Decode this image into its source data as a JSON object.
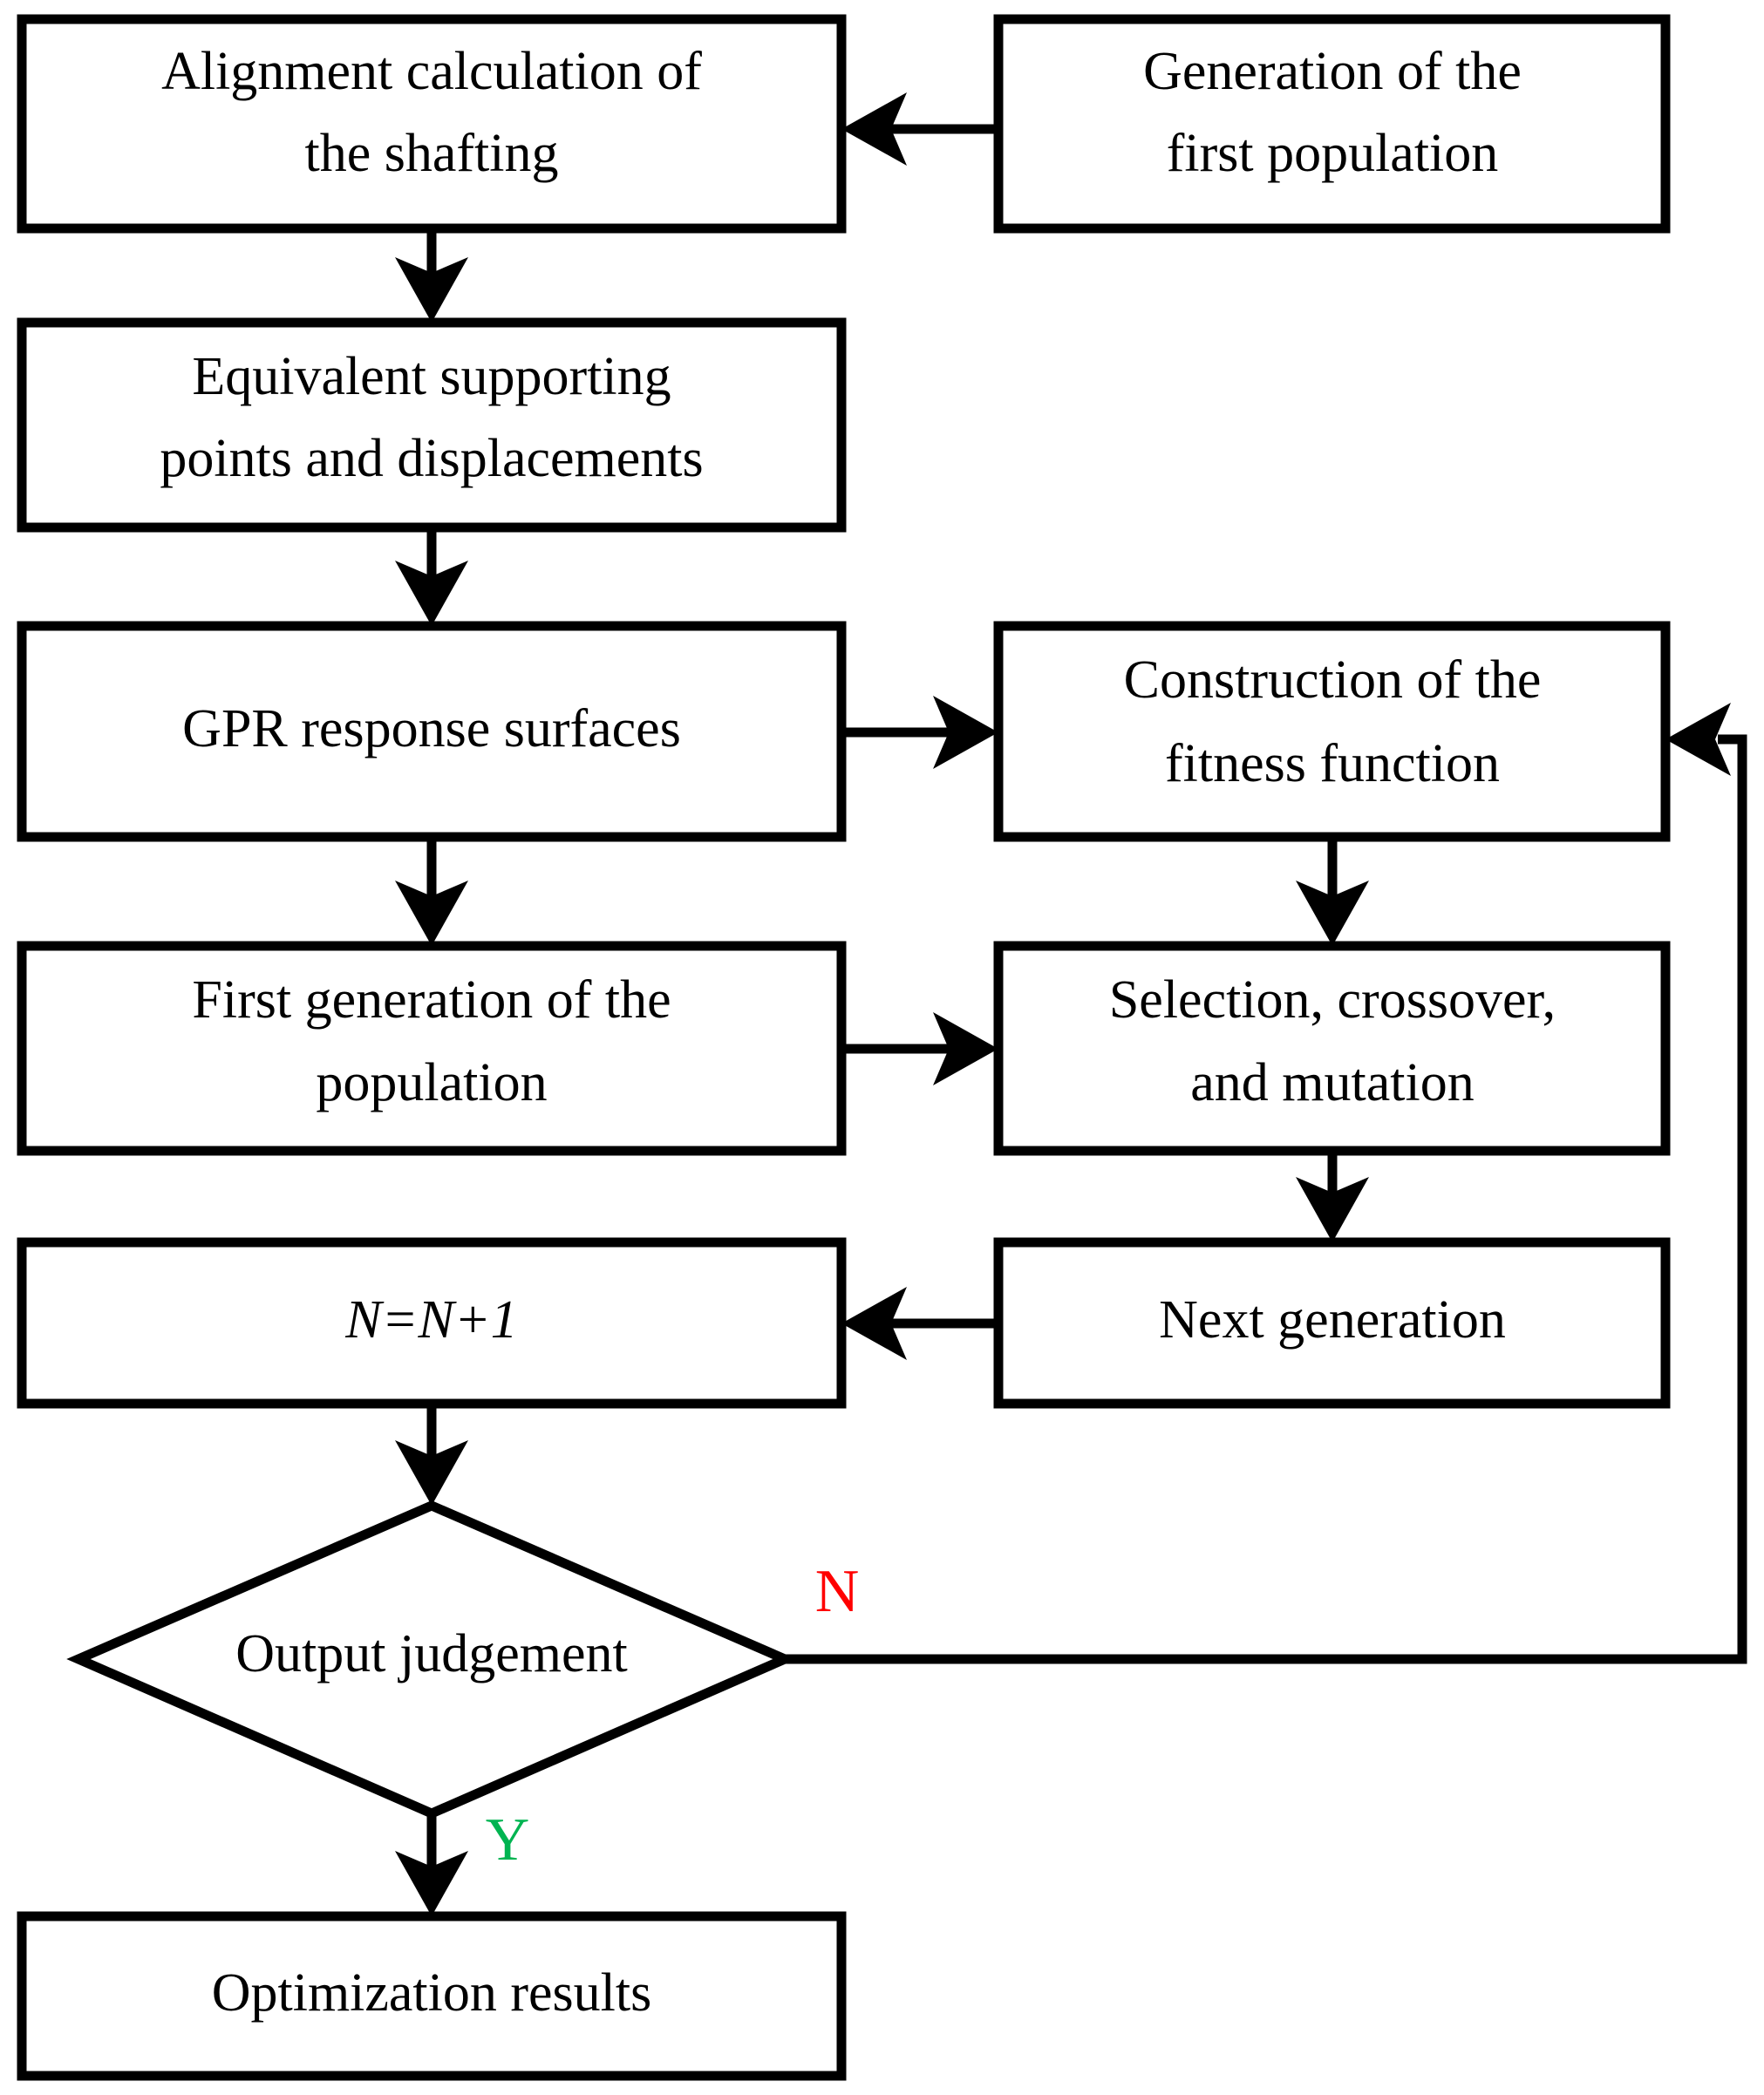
{
  "diagram": {
    "type": "flowchart",
    "title": "Genetic-algorithm shafting alignment optimization flowchart",
    "colors": {
      "stroke": "#000000",
      "fill": "#ffffff",
      "no_branch": "#FF0000",
      "yes_branch": "#00B451"
    },
    "nodes": [
      {
        "id": "alignment-calculation",
        "shape": "rectangle",
        "line1": "Alignment calculation of",
        "line2": "the shafting"
      },
      {
        "id": "generation-first-population",
        "shape": "rectangle",
        "line1": "Generation of the",
        "line2": "first population"
      },
      {
        "id": "equivalent-supporting-points",
        "shape": "rectangle",
        "line1": "Equivalent supporting",
        "line2": "points and displacements"
      },
      {
        "id": "gpr-response-surfaces",
        "shape": "rectangle",
        "line1": "GPR response surfaces",
        "line2": ""
      },
      {
        "id": "construction-fitness-function",
        "shape": "rectangle",
        "line1": "Construction of the",
        "line2": "fitness function"
      },
      {
        "id": "first-generation-population",
        "shape": "rectangle",
        "line1": "First generation of the",
        "line2": "population"
      },
      {
        "id": "selection-crossover-mutation",
        "shape": "rectangle",
        "line1": "Selection, crossover,",
        "line2": "and mutation"
      },
      {
        "id": "n-increment",
        "shape": "rectangle",
        "line1": "N=N+1",
        "line2": ""
      },
      {
        "id": "next-generation",
        "shape": "rectangle",
        "line1": "Next generation",
        "line2": ""
      },
      {
        "id": "output-judgement",
        "shape": "diamond",
        "line1": "Output judgement",
        "line2": ""
      },
      {
        "id": "optimization-results",
        "shape": "rectangle",
        "line1": "Optimization results",
        "line2": ""
      }
    ],
    "branch_labels": {
      "no": "N",
      "yes": "Y"
    },
    "edges": [
      {
        "from": "generation-first-population",
        "to": "alignment-calculation",
        "label": ""
      },
      {
        "from": "alignment-calculation",
        "to": "equivalent-supporting-points",
        "label": ""
      },
      {
        "from": "equivalent-supporting-points",
        "to": "gpr-response-surfaces",
        "label": ""
      },
      {
        "from": "gpr-response-surfaces",
        "to": "construction-fitness-function",
        "label": ""
      },
      {
        "from": "gpr-response-surfaces",
        "to": "first-generation-population",
        "label": ""
      },
      {
        "from": "construction-fitness-function",
        "to": "selection-crossover-mutation",
        "label": ""
      },
      {
        "from": "first-generation-population",
        "to": "selection-crossover-mutation",
        "label": ""
      },
      {
        "from": "selection-crossover-mutation",
        "to": "next-generation",
        "label": ""
      },
      {
        "from": "next-generation",
        "to": "n-increment",
        "label": ""
      },
      {
        "from": "n-increment",
        "to": "output-judgement",
        "label": ""
      },
      {
        "from": "output-judgement",
        "to": "construction-fitness-function",
        "label": "N"
      },
      {
        "from": "output-judgement",
        "to": "optimization-results",
        "label": "Y"
      }
    ]
  }
}
